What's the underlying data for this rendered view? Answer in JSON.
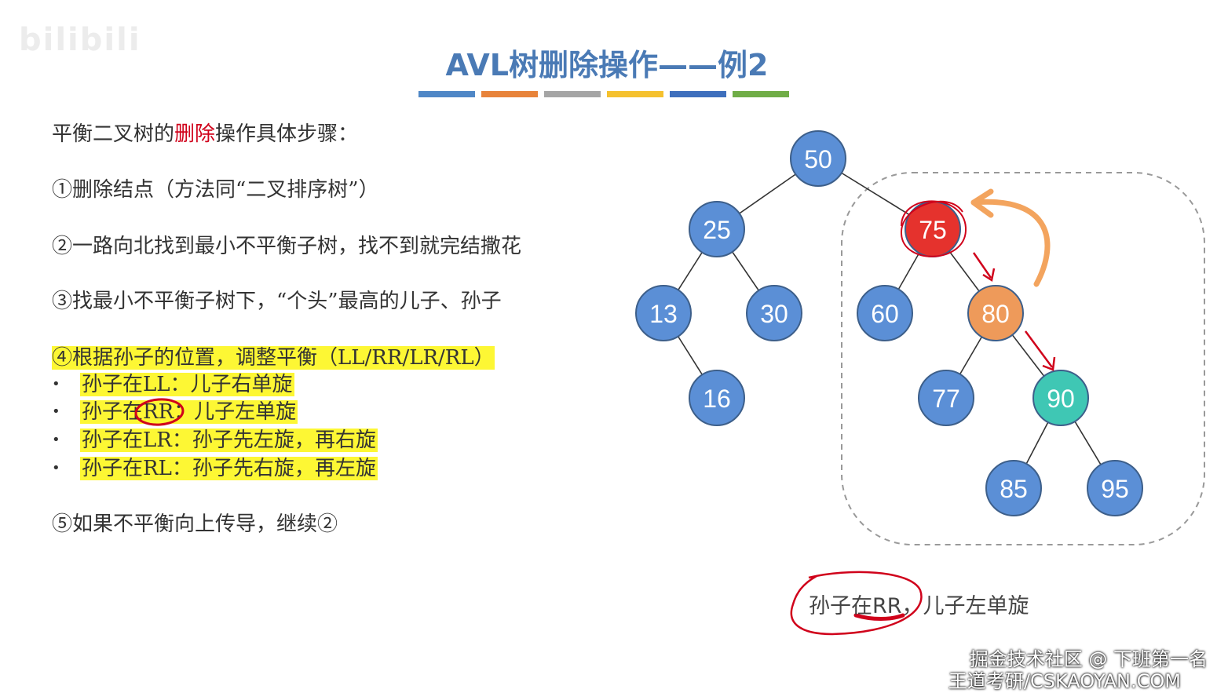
{
  "title": "AVL树删除操作——例2",
  "watermark": "bilibili",
  "colors": {
    "title": "#4a7ab5",
    "node_default": "#5b8fd6",
    "node_unbalanced": "#e5322d",
    "node_child": "#ee9a5a",
    "node_grandchild": "#3fc7b4",
    "highlight": "#fdf734",
    "annotation_red": "#d0021b",
    "arrow_orange": "#f3a45e",
    "title_bars": [
      "#4f87c6",
      "#e8833a",
      "#a5a5a5",
      "#f5c12e",
      "#3e6fbd",
      "#70ad47"
    ]
  },
  "steps": {
    "intro_prefix": "平衡二叉树的",
    "intro_highlight": "删除",
    "intro_suffix": "操作具体步骤：",
    "step1": "①删除结点（方法同“二叉排序树”）",
    "step2": "②一路向北找到最小不平衡子树，找不到就完结撒花",
    "step3": "③找最小不平衡子树下，“个头”最高的儿子、孙子",
    "step4": "④根据孙子的位置，调整平衡（LL/RR/LR/RL）",
    "bullets": [
      "孙子在LL：儿子右单旋",
      "孙子在RR：儿子左单旋",
      "孙子在LR：孙子先左旋，再右旋",
      "孙子在RL：孙子先右旋，再左旋"
    ],
    "step5": "⑤如果不平衡向上传导，继续②"
  },
  "tree": {
    "nodes": [
      {
        "id": "n50",
        "label": "50",
        "role": "default"
      },
      {
        "id": "n25",
        "label": "25",
        "role": "default"
      },
      {
        "id": "n75",
        "label": "75",
        "role": "unbalanced"
      },
      {
        "id": "n13",
        "label": "13",
        "role": "default"
      },
      {
        "id": "n30",
        "label": "30",
        "role": "default"
      },
      {
        "id": "n60",
        "label": "60",
        "role": "default"
      },
      {
        "id": "n80",
        "label": "80",
        "role": "child"
      },
      {
        "id": "n16",
        "label": "16",
        "role": "default"
      },
      {
        "id": "n77",
        "label": "77",
        "role": "default"
      },
      {
        "id": "n90",
        "label": "90",
        "role": "grandchild"
      },
      {
        "id": "n85",
        "label": "85",
        "role": "default"
      },
      {
        "id": "n95",
        "label": "95",
        "role": "default"
      }
    ],
    "edges": [
      [
        "n50",
        "n25"
      ],
      [
        "n50",
        "n75"
      ],
      [
        "n25",
        "n13"
      ],
      [
        "n25",
        "n30"
      ],
      [
        "n75",
        "n60"
      ],
      [
        "n75",
        "n80"
      ],
      [
        "n13",
        "n16"
      ],
      [
        "n80",
        "n77"
      ],
      [
        "n80",
        "n90"
      ],
      [
        "n90",
        "n85"
      ],
      [
        "n90",
        "n95"
      ]
    ]
  },
  "caption_left": "孙子在RR，",
  "caption_right": "儿子左单旋",
  "credit_line1": "掘金技术社区 @ 下班第一名",
  "credit_line2": "王道考研/CSKAOYAN.COM"
}
